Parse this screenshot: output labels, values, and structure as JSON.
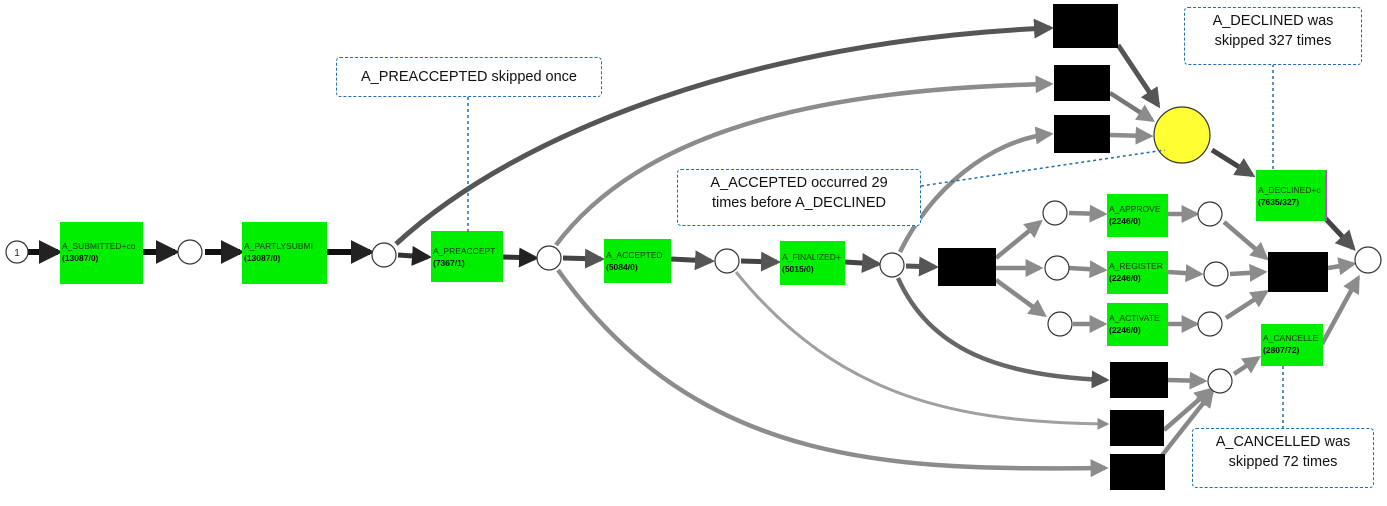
{
  "diagram": {
    "start_place_label": "1",
    "transitions": [
      {
        "id": "t_submitted",
        "label": "A_SUBMITTED+co",
        "count": "(13087/0)"
      },
      {
        "id": "t_partlysubmitted",
        "label": "A_PARTLYSUBMI",
        "count": "(13087/0)"
      },
      {
        "id": "t_preaccepted",
        "label": "A_PREACCEPT",
        "count": "(7367/1)"
      },
      {
        "id": "t_accepted",
        "label": "A_ACCEPTED",
        "count": "(5084/0)"
      },
      {
        "id": "t_finalized",
        "label": "A_FINALIZED+",
        "count": "(5015/0)"
      },
      {
        "id": "t_approved",
        "label": "A_APPROVE",
        "count": "(2246/0)"
      },
      {
        "id": "t_registered",
        "label": "A_REGISTER",
        "count": "(2246/0)"
      },
      {
        "id": "t_activated",
        "label": "A_ACTIVATE",
        "count": "(2246/0)"
      },
      {
        "id": "t_declined",
        "label": "A_DECLINED+c",
        "count": "(7635/327)"
      },
      {
        "id": "t_cancelled",
        "label": "A_CANCELLE",
        "count": "(2807/72)"
      }
    ],
    "colors": {
      "transition_fill": "#00ee00",
      "silent_fill": "#000000",
      "highlight_place": "#ffff33",
      "callout_border": "#1f6fb2",
      "arc_dark": "#222222",
      "arc_mid": "#555555",
      "arc_light": "#9a9a9a"
    }
  },
  "callouts": {
    "preaccepted": "A_PREACCEPTED skipped once",
    "declined_line1": "A_DECLINED was",
    "declined_line2": "skipped 327 times",
    "accepted_line1": "A_ACCEPTED occurred 29",
    "accepted_line2": "times before A_DECLINED",
    "cancelled_line1": "A_CANCELLED was",
    "cancelled_line2": "skipped 72 times"
  }
}
